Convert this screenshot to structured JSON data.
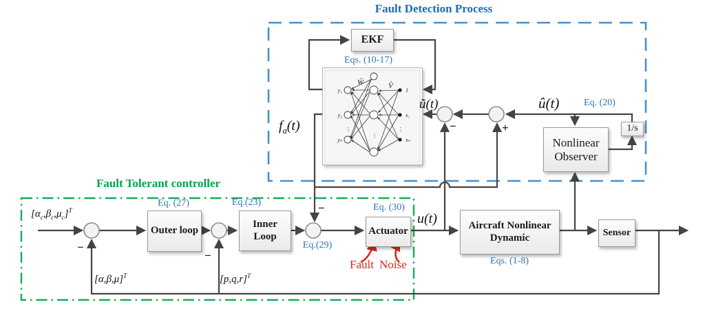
{
  "diagram": {
    "fault_detection": {
      "title": "Fault Detection Process"
    },
    "fault_tolerant": {
      "title": "Fault Tolerant controller"
    },
    "blocks": {
      "ekf": "EKF",
      "outer_loop": "Outer loop",
      "inner_loop": "Inner Loop",
      "actuator": "Actuator",
      "aircraft": "Aircraft Nonlinear Dynamic",
      "sensor": "Sensor",
      "observer": "Nonlinear Observer",
      "integrator": "1/s"
    },
    "eq_labels": {
      "nn": "Eqs. (10-17)",
      "observer": "Eq. (20)",
      "outer": "Eq. (27)",
      "inner": "Eq.(23)",
      "actuator": "Eq. (30)",
      "sum": "Eq.(29)",
      "aircraft": "Eqs. (1-8)"
    },
    "signals": {
      "fa": "f_a(t)",
      "u_tilde": "ũ(t)",
      "u_hat": "û(t)",
      "u": "u(t)",
      "command_vec": "[α_c,β_c,μ_c]^T",
      "attitude_vec": "[α,β,μ]^T",
      "rate_vec": "[p,q,r]^T"
    },
    "signs": {
      "sum1": "−",
      "sum2": "−",
      "sum3": "−",
      "sum4": "−",
      "sum5": "+"
    },
    "disturbances": {
      "fault": "Fault",
      "noise": "Noise"
    },
    "nn": {
      "w": "Ŵ",
      "v": "V̂",
      "y1": "y₁",
      "y2": "y₂",
      "yn": "yₙ",
      "one": "1",
      "x1": "x₁",
      "xn": "xₙ",
      "dots": "⋮"
    },
    "colors": {
      "blue_accent": "#2e74b5",
      "green_accent": "#00a44f",
      "red_accent": "#df2420",
      "line": "#444444",
      "blue_dash": "#4690d0",
      "green_dash": "#15ad58"
    }
  }
}
